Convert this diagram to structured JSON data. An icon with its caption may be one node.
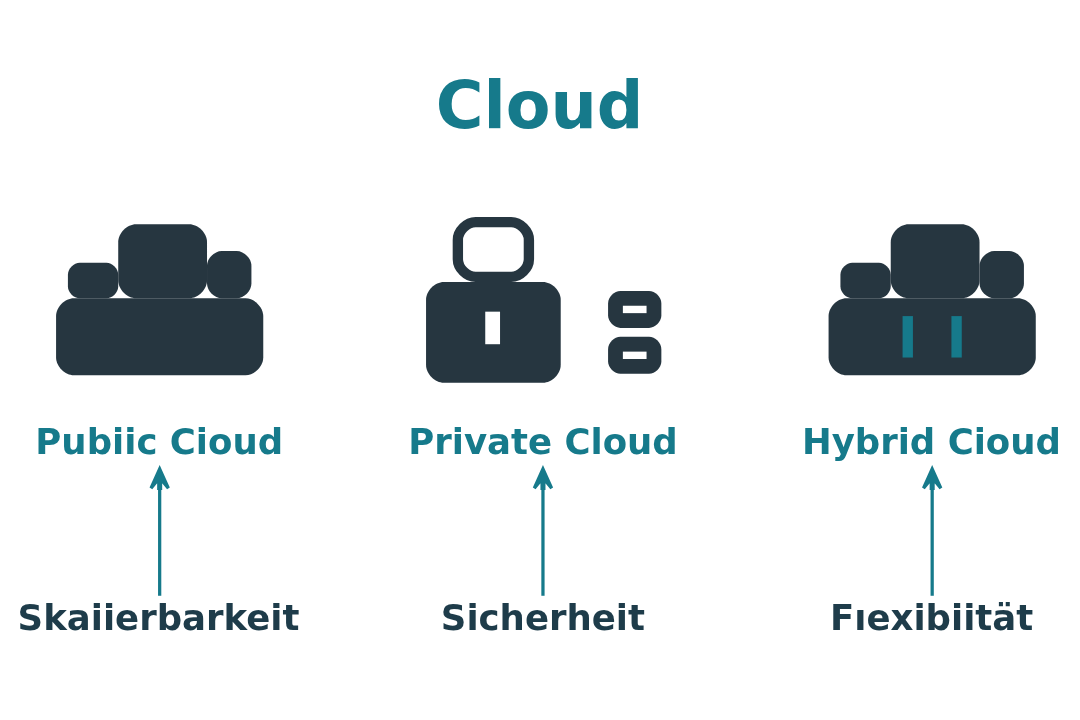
{
  "diagram": {
    "title": "Cloud",
    "nodes": [
      {
        "text": [
          "Pubiic Cioud"
        ]
      },
      {
        "text": [
          "Private Cloud"
        ]
      },
      {
        "text": [
          "Hybrid Cioud"
        ]
      },
      {
        "text": [
          "Skaiierbarkeit"
        ]
      },
      {
        "text": [
          "Sicherheit"
        ]
      },
      {
        "text": [
          "Fıexibiität"
        ]
      }
    ],
    "edges": [
      {
        "from": 3,
        "to": 0,
        "arrow": "to"
      },
      {
        "from": 4,
        "to": 1,
        "arrow": "to"
      },
      {
        "from": 5,
        "to": 2,
        "arrow": "to"
      }
    ]
  }
}
